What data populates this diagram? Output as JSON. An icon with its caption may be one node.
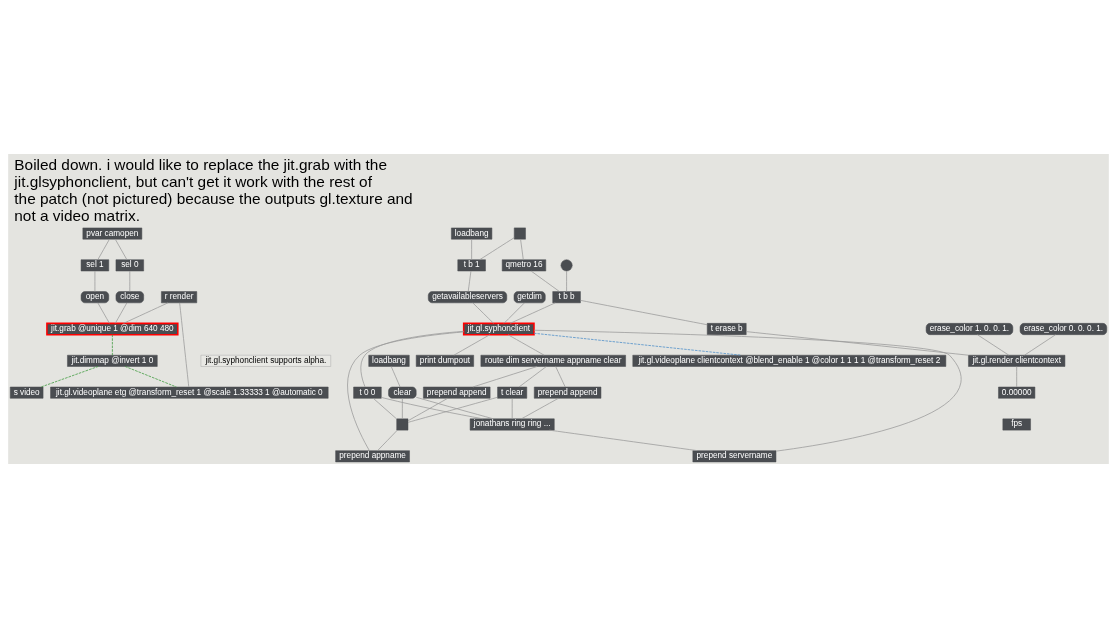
{
  "diagram": {
    "title": "Boiled down. i would like to replace the jit.grab with the jit.glsyphonclient, but can't get it work with the rest of the patch (not pictured) because the outputs gl.texture and not a video matrix.",
    "nodes": [
      {
        "text": [
          "pvar camopen"
        ]
      },
      {
        "text": [
          "sel 1"
        ]
      },
      {
        "text": [
          "sel 0"
        ]
      },
      {
        "text": [
          "open"
        ]
      },
      {
        "text": [
          "close"
        ]
      },
      {
        "text": [
          "r render"
        ]
      },
      {
        "text": [
          "jit.grab @unique 1 @dim 640 480"
        ]
      },
      {
        "text": [
          "jit.dimmap @invert 1 0"
        ]
      },
      {
        "text": [
          "jit.gl.videoplane etg @transform_reset 1 @scale 1.33333 1 @automatic 0"
        ]
      },
      {
        "text": [
          "s video"
        ]
      },
      {
        "text": [],
        "shape": "circle"
      },
      {
        "text": [],
        "shape": "box"
      },
      {
        "text": [
          "qmetro 16"
        ]
      },
      {
        "text": [
          "loadbang"
        ]
      },
      {
        "text": [
          "t b 1"
        ]
      },
      {
        "text": [
          "t b b"
        ]
      },
      {
        "text": [
          "getavailableservers"
        ]
      },
      {
        "text": [
          "getdim"
        ]
      },
      {
        "text": [
          "prepend servername"
        ]
      },
      {
        "text": [
          "prepend appname"
        ]
      },
      {
        "text": [
          "jit.gl.syphonclient"
        ]
      },
      {
        "text": [
          "print dumpout"
        ]
      },
      {
        "text": [
          "loadbang"
        ]
      },
      {
        "text": [
          "t 0 0"
        ]
      },
      {
        "text": [
          "route dim servername appname clear"
        ]
      },
      {
        "text": [
          "clear"
        ]
      },
      {
        "text": [
          "t clear"
        ]
      },
      {
        "text": [
          "prepend append"
        ]
      },
      {
        "text": [
          "prepend append"
        ]
      },
      {
        "text": [
          "jonathans ring ring ..."
        ]
      },
      {
        "text": [],
        "shape": "box"
      },
      {
        "text": [
          "jit.gl.videoplane clientcontext @blend_enable 1 @color 1 1 1 1 @transform_reset 2"
        ]
      },
      {
        "text": [
          "t erase b"
        ]
      },
      {
        "text": [
          "erase_color 1. 0. 0. 1."
        ]
      },
      {
        "text": [
          "erase_color 0. 0. 0. 1."
        ]
      },
      {
        "text": [
          "jit.gl.render clientcontext"
        ]
      },
      {
        "text": [
          "0.00000"
        ]
      },
      {
        "text": [
          "fps"
        ]
      }
    ],
    "edges": [
      {
        "from": 0,
        "to": 1,
        "arrow": "none"
      },
      {
        "from": 0,
        "to": 2,
        "arrow": "none"
      },
      {
        "from": 1,
        "to": 3,
        "arrow": "none"
      },
      {
        "from": 2,
        "to": 4,
        "arrow": "none"
      },
      {
        "from": 3,
        "to": 6,
        "arrow": "none"
      },
      {
        "from": 4,
        "to": 6,
        "arrow": "none"
      },
      {
        "from": 5,
        "to": 6,
        "arrow": "none"
      },
      {
        "from": 5,
        "to": 8,
        "arrow": "none"
      },
      {
        "from": 6,
        "to": 7,
        "arrow": "none",
        "style": "dashed",
        "color": "#3c9a3c"
      },
      {
        "from": 7,
        "to": 8,
        "arrow": "none",
        "style": "dashed",
        "color": "#3c9a3c"
      },
      {
        "from": 7,
        "to": 9,
        "arrow": "none",
        "style": "dashed",
        "color": "#3c9a3c"
      },
      {
        "from": 10,
        "to": 15,
        "arrow": "none"
      },
      {
        "from": 11,
        "to": 12,
        "arrow": "none"
      },
      {
        "from": 11,
        "to": 14,
        "arrow": "none"
      },
      {
        "from": 12,
        "to": 15,
        "arrow": "none"
      },
      {
        "from": 13,
        "to": 14,
        "arrow": "none"
      },
      {
        "from": 14,
        "to": 16,
        "arrow": "none"
      },
      {
        "from": 15,
        "to": 32,
        "arrow": "none"
      },
      {
        "from": 15,
        "to": 20,
        "arrow": "none"
      },
      {
        "from": 16,
        "to": 20,
        "arrow": "none"
      },
      {
        "from": 17,
        "to": 20,
        "arrow": "none"
      },
      {
        "from": 18,
        "to": 20,
        "arrow": "none"
      },
      {
        "from": 19,
        "to": 20,
        "arrow": "none"
      },
      {
        "from": 20,
        "to": 31,
        "arrow": "none",
        "style": "dashed",
        "color": "#4a8cc8"
      },
      {
        "from": 20,
        "to": 21,
        "arrow": "none"
      },
      {
        "from": 20,
        "to": 23,
        "arrow": "none"
      },
      {
        "from": 20,
        "to": 24,
        "arrow": "none"
      },
      {
        "from": 22,
        "to": 25,
        "arrow": "none"
      },
      {
        "from": 24,
        "to": 27,
        "arrow": "none"
      },
      {
        "from": 24,
        "to": 28,
        "arrow": "none"
      },
      {
        "from": 24,
        "to": 26,
        "arrow": "none"
      },
      {
        "from": 23,
        "to": 29,
        "arrow": "none"
      },
      {
        "from": 23,
        "to": 30,
        "arrow": "none"
      },
      {
        "from": 26,
        "to": 29,
        "arrow": "none"
      },
      {
        "from": 26,
        "to": 30,
        "arrow": "none"
      },
      {
        "from": 25,
        "to": 29,
        "arrow": "none"
      },
      {
        "from": 25,
        "to": 30,
        "arrow": "none"
      },
      {
        "from": 27,
        "to": 29,
        "arrow": "none"
      },
      {
        "from": 28,
        "to": 30,
        "arrow": "none"
      },
      {
        "from": 29,
        "to": 18,
        "arrow": "none"
      },
      {
        "from": 30,
        "to": 19,
        "arrow": "none"
      },
      {
        "from": 32,
        "to": 35,
        "arrow": "none"
      },
      {
        "from": 33,
        "to": 35,
        "arrow": "none"
      },
      {
        "from": 34,
        "to": 35,
        "arrow": "none"
      },
      {
        "from": 35,
        "to": 36,
        "arrow": "none"
      }
    ],
    "labels": [
      "jit.gl.syphonclient supports alpha."
    ]
  }
}
